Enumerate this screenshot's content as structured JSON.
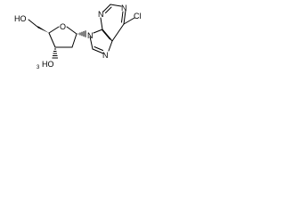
{
  "molecule": {
    "atoms": {
      "hydroxymethyl_oh": "HO",
      "ring_oxygen": "O",
      "hydroxyl_3": "HO",
      "n9": "N",
      "n1": "N",
      "n3": "N",
      "n7": "N",
      "chlorine": "Cl"
    },
    "stereo": {
      "h3_sub_left": "3"
    }
  }
}
